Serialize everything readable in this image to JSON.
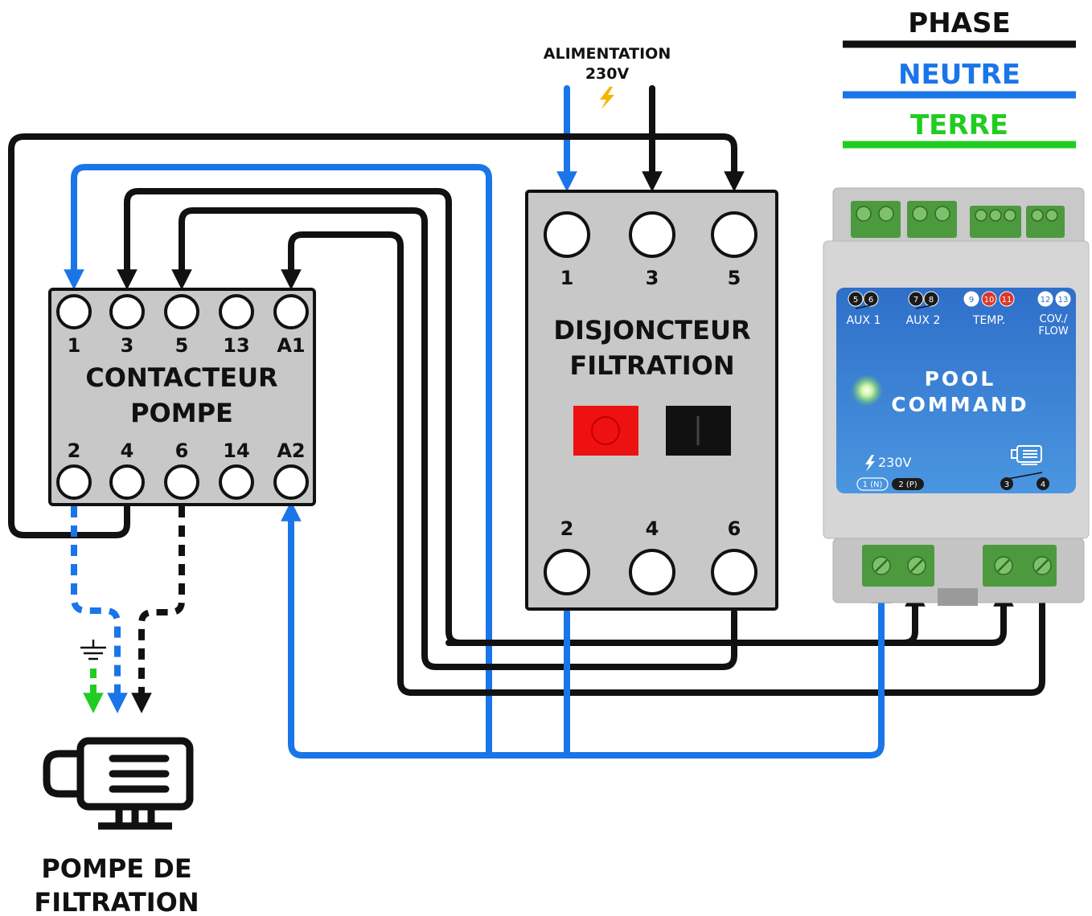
{
  "legend": {
    "phase": "PHASE",
    "neutre": "NEUTRE",
    "terre": "TERRE"
  },
  "supply": {
    "line1": "ALIMENTATION",
    "line2": "230V"
  },
  "contactor": {
    "title_line1": "CONTACTEUR",
    "title_line2": "POMPE",
    "top_terminals": [
      "1",
      "3",
      "5",
      "13",
      "A1"
    ],
    "bottom_terminals": [
      "2",
      "4",
      "6",
      "14",
      "A2"
    ]
  },
  "breaker": {
    "title_line1": "DISJONCTEUR",
    "title_line2": "FILTRATION",
    "top_terminals": [
      "1",
      "3",
      "5"
    ],
    "bottom_terminals": [
      "2",
      "4",
      "6"
    ]
  },
  "poolcommand": {
    "title_line1": "POOL",
    "title_line2": "COMMAND",
    "aux1": "AUX 1",
    "aux2": "AUX 2",
    "temp": "TEMP.",
    "cov_line1": "COV./",
    "cov_line2": "FLOW",
    "badges_aux1": [
      "5",
      "6"
    ],
    "badges_aux2": [
      "7",
      "8"
    ],
    "badges_temp": [
      "9",
      "10",
      "11"
    ],
    "badges_cov": [
      "12",
      "13"
    ],
    "voltage": "230V",
    "power_n": "1 (N)",
    "power_p": "2 (P)",
    "relay": [
      "3",
      "4"
    ]
  },
  "pump": {
    "label_line1": "POMPE DE",
    "label_line2": "FILTRATION"
  },
  "colors": {
    "phase": "#111111",
    "neutre": "#1a75e8",
    "terre": "#22cc22",
    "housing": "#c8c8c8",
    "panel_blue": "#3b82d6",
    "button_red": "#ee1111"
  }
}
